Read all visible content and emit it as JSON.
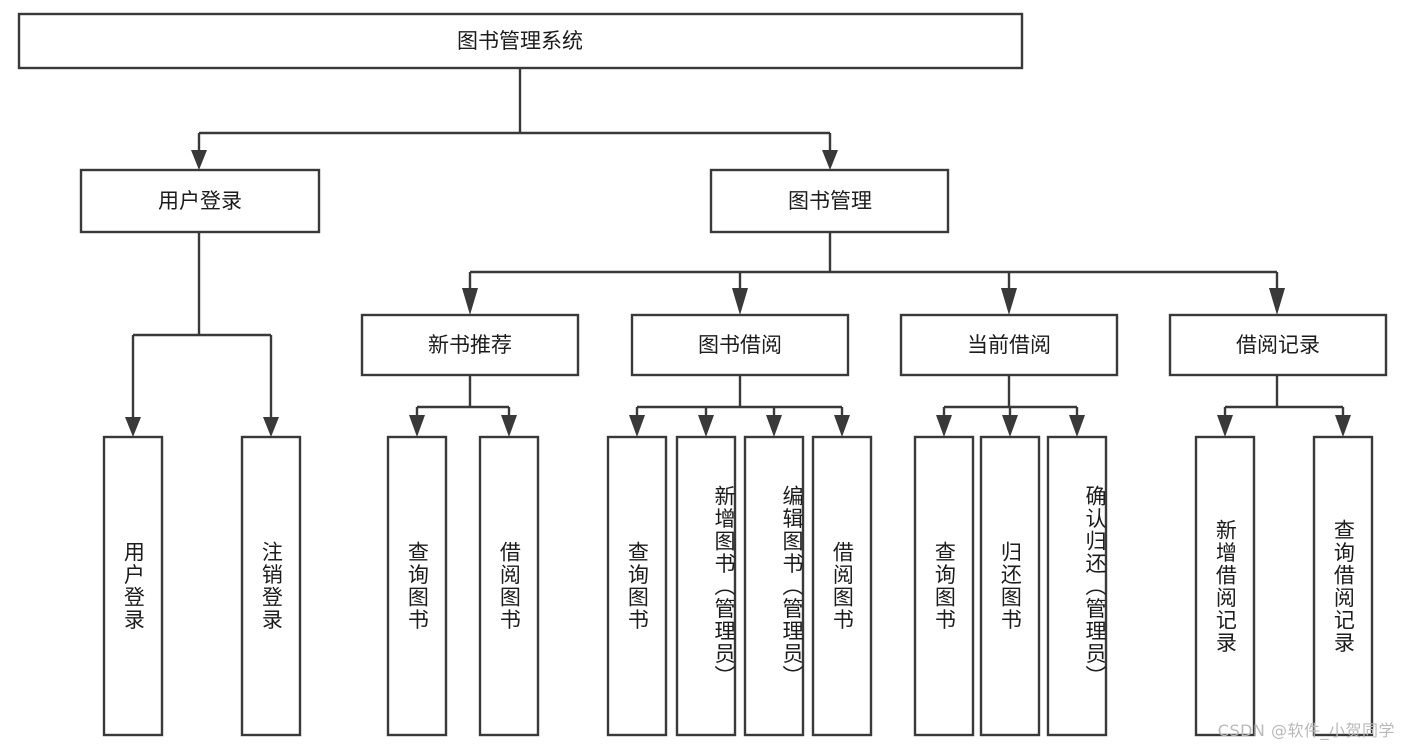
{
  "diagram": {
    "type": "tree",
    "title": "图书管理系统",
    "watermark": "CSDN @软件_小贺同学",
    "root": {
      "id": "root",
      "label": "图书管理系统",
      "orientation": "horizontal"
    },
    "level1": [
      {
        "id": "user-login",
        "label": "用户登录",
        "orientation": "horizontal"
      },
      {
        "id": "book-management",
        "label": "图书管理",
        "orientation": "horizontal"
      }
    ],
    "level2": [
      {
        "id": "new-book-recommend",
        "label": "新书推荐",
        "orientation": "horizontal",
        "parent": "book-management"
      },
      {
        "id": "book-borrow",
        "label": "图书借阅",
        "orientation": "horizontal",
        "parent": "book-management"
      },
      {
        "id": "current-borrow",
        "label": "当前借阅",
        "orientation": "horizontal",
        "parent": "book-management"
      },
      {
        "id": "borrow-record",
        "label": "借阅记录",
        "orientation": "horizontal",
        "parent": "book-management"
      }
    ],
    "leaves": [
      {
        "id": "leaf-user-login",
        "label": "用户登录",
        "orientation": "vertical",
        "parent": "user-login"
      },
      {
        "id": "leaf-logout-login",
        "label": "注销登录",
        "orientation": "vertical",
        "parent": "user-login"
      },
      {
        "id": "leaf-query-book-1",
        "label": "查询图书",
        "orientation": "vertical",
        "parent": "new-book-recommend"
      },
      {
        "id": "leaf-borrow-book-1",
        "label": "借阅图书",
        "orientation": "vertical",
        "parent": "new-book-recommend"
      },
      {
        "id": "leaf-query-book-2",
        "label": "查询图书",
        "orientation": "vertical",
        "parent": "book-borrow"
      },
      {
        "id": "leaf-add-book",
        "label": "新增图书（管理员）",
        "orientation": "vertical",
        "parent": "book-borrow"
      },
      {
        "id": "leaf-edit-book",
        "label": "编辑图书（管理员）",
        "orientation": "vertical",
        "parent": "book-borrow"
      },
      {
        "id": "leaf-borrow-book-2",
        "label": "借阅图书",
        "orientation": "vertical",
        "parent": "book-borrow"
      },
      {
        "id": "leaf-query-book-3",
        "label": "查询图书",
        "orientation": "vertical",
        "parent": "current-borrow"
      },
      {
        "id": "leaf-return-book",
        "label": "归还图书",
        "orientation": "vertical",
        "parent": "current-borrow"
      },
      {
        "id": "leaf-confirm-return",
        "label": "确认归还（管理员）",
        "orientation": "vertical",
        "parent": "current-borrow"
      },
      {
        "id": "leaf-add-record",
        "label": "新增借阅记录",
        "orientation": "vertical",
        "parent": "borrow-record"
      },
      {
        "id": "leaf-query-record",
        "label": "查询借阅记录",
        "orientation": "vertical",
        "parent": "borrow-record"
      }
    ],
    "colors": {
      "stroke": "#393939",
      "fill": "#ffffff",
      "text": "#1c1c1c",
      "watermark": "#b9b9b9"
    }
  }
}
